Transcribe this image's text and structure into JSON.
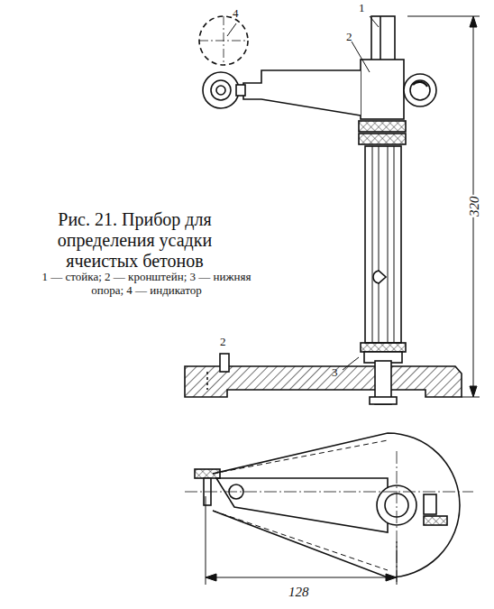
{
  "diagram": {
    "caption": "Рис. 21. Прибор для определения усадки ячеистых бетонов",
    "labels": [
      "1 — стойка; 2 — кронштейн; 3 — нижняя опора; 4 — индикатор",
      "4",
      "2",
      "1",
      "2",
      "3",
      "320",
      "128"
    ]
  }
}
